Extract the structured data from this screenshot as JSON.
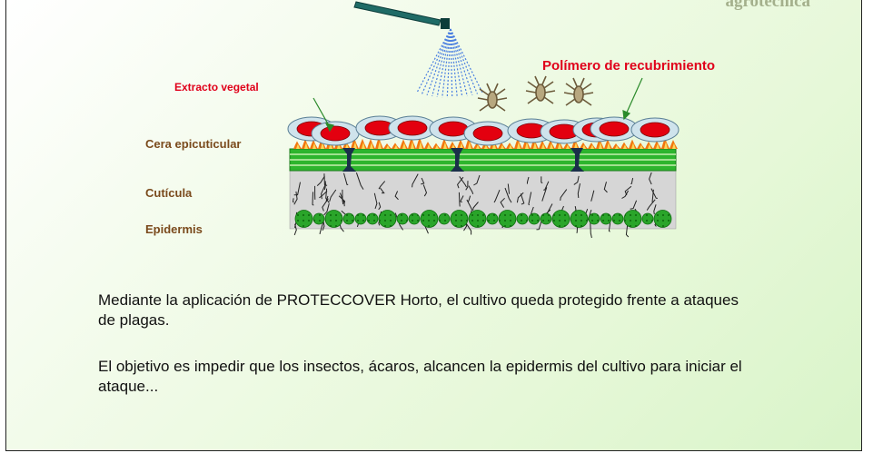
{
  "slide": {
    "corner_text": "agrotecnica",
    "labels": {
      "extracto": "Extracto vegetal",
      "polimero": "Polímero de recubrimiento",
      "cera": "Cera epicuticular",
      "cuticula": "Cutícula",
      "epidermis": "Epidermis"
    },
    "paragraphs": [
      "Mediante la aplicación de PROTECCOVER Horto, el cultivo queda protegido frente a ataques de plagas.",
      "El objetivo es impedir que los insectos, ácaros, alcancen la epidermis del cultivo para iniciar el ataque..."
    ]
  },
  "colors": {
    "label_red": "#e0001a",
    "label_brown": "#7a4a1c",
    "wax_orange": "#f2760e",
    "cuticle_green": "#2db52d",
    "cell_green": "#1f9e1f",
    "droplet_red": "#e3000f"
  },
  "icons": [
    "sprayer-nozzle-icon",
    "spray-mist-icon",
    "insect-icon"
  ]
}
